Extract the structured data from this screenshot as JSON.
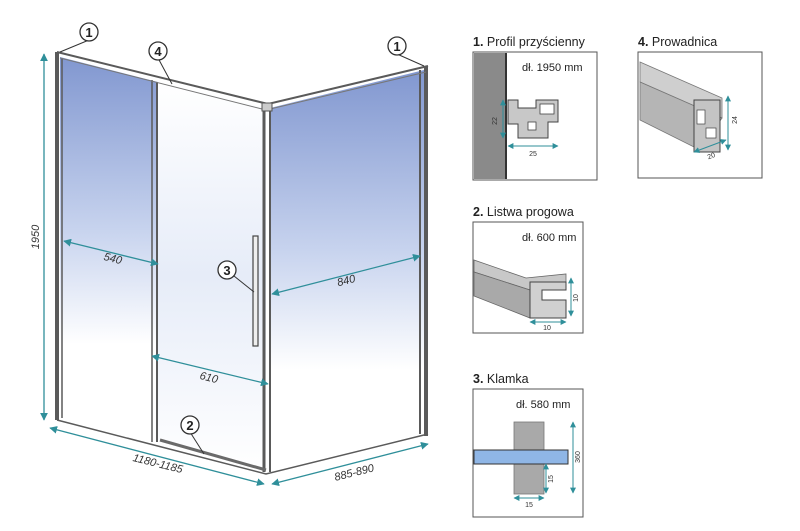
{
  "main_diagram": {
    "height_label": "1950",
    "width_front_label": "1180-1185",
    "width_side_label": "885-890",
    "dim_fixed_left": "540",
    "dim_door_opening": "610",
    "dim_side_panel": "840",
    "callouts": [
      "1",
      "4",
      "1",
      "3",
      "2"
    ]
  },
  "details": [
    {
      "num": "1.",
      "title": "Profil przyścienny",
      "length": "dł. 1950 mm",
      "dims": [
        "22",
        "25"
      ]
    },
    {
      "num": "4.",
      "title": "Prowadnica",
      "length": "",
      "dims": [
        "24",
        "20"
      ]
    },
    {
      "num": "2.",
      "title": "Listwa progowa",
      "length": "dł. 600 mm",
      "dims": [
        "10",
        "10"
      ]
    },
    {
      "num": "3.",
      "title": "Klamka",
      "length": "dł. 580 mm",
      "dims": [
        "360",
        "15",
        "15"
      ]
    }
  ],
  "colors": {
    "glass_blue": "#8fa6d6",
    "line_teal": "#2f8f9a",
    "frame": "#5a5a5a"
  }
}
